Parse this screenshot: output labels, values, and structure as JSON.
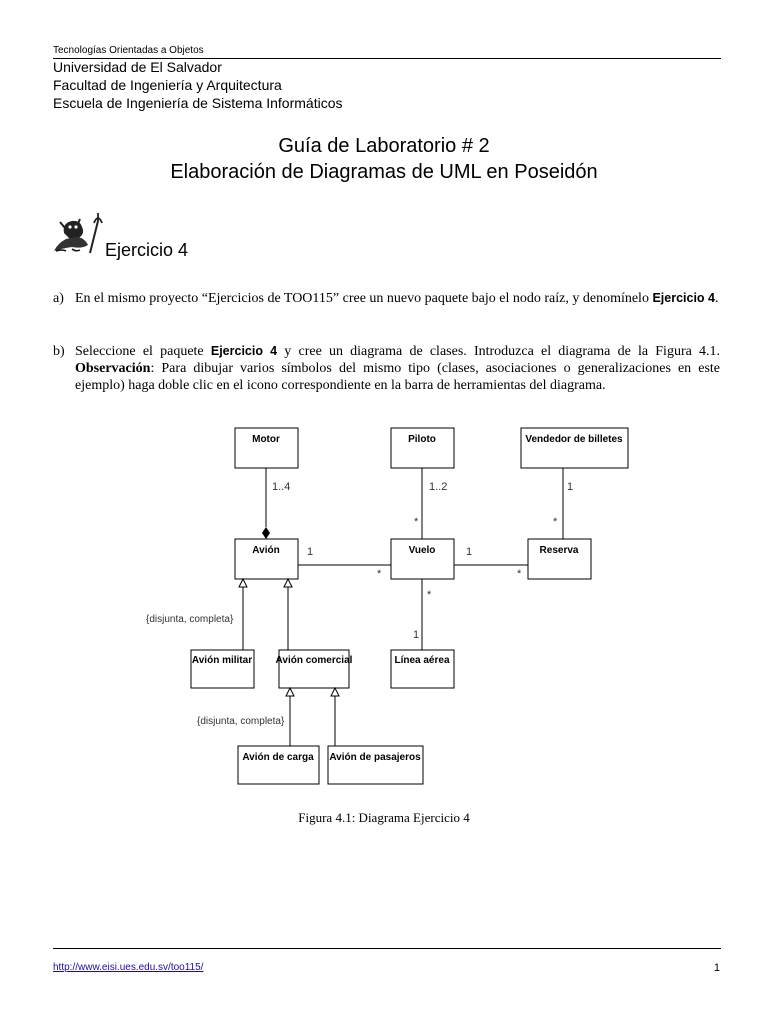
{
  "header": {
    "course": "Tecnologías Orientadas a Objetos",
    "institution": [
      "Universidad de El Salvador",
      "Facultad de Ingeniería y Arquitectura",
      "Escuela de Ingeniería de Sistema Informáticos"
    ]
  },
  "title": {
    "line1": "Guía de Laboratorio # 2",
    "line2": "Elaboración de Diagramas de UML en Poseidón"
  },
  "exercise": {
    "icon": "devil-pitchfork-icon",
    "title": "Ejercicio 4"
  },
  "items": {
    "a": {
      "marker": "a)",
      "text1": "En el mismo proyecto “Ejercicios de TOO115” cree un nuevo paquete bajo el nodo raíz, y denomínelo",
      "bold": "Ejercicio 4",
      "text2": "."
    },
    "b": {
      "marker": "b)",
      "text1": "Seleccione el paquete",
      "bold1": "Ejercicio 4",
      "text2": "y cree un diagrama de clases. Introduzca el diagrama de la Figura 4.1.",
      "bold2": "Observación",
      "text3": ": Para dibujar varios símbolos del mismo tipo (clases, asociaciones o generalizaciones en este ejemplo) haga doble clic en el icono correspondiente en la barra de herramientas del diagrama."
    }
  },
  "diagram": {
    "classes": {
      "motor": "Motor",
      "piloto": "Piloto",
      "vendedor": "Vendedor de billetes",
      "avion": "Avión",
      "vuelo": "Vuelo",
      "reserva": "Reserva",
      "militar": "Avión militar",
      "comercial": "Avión comercial",
      "linea": "Línea aérea",
      "carga": "Avión de carga",
      "pasajeros": "Avión de pasajeros"
    },
    "multiplicities": {
      "motor_avion": "1..4",
      "piloto_vuelo_top": "1..2",
      "piloto_vuelo_bottom": "*",
      "vendedor_reserva_top": "1",
      "vendedor_reserva_bottom": "*",
      "avion_vuelo_left": "1",
      "avion_vuelo_right": "*",
      "vuelo_reserva_left": "1",
      "vuelo_reserva_right": "*",
      "vuelo_linea_top": "*",
      "vuelo_linea_bottom": "1"
    },
    "constraints": {
      "avion": "{disjunta, completa}",
      "comercial": "{disjunta, completa}"
    }
  },
  "caption": "Figura 4.1: Diagrama Ejercicio 4",
  "footer": {
    "url": "http://www.eisi.ues.edu.sv/too115/",
    "page": "1"
  }
}
